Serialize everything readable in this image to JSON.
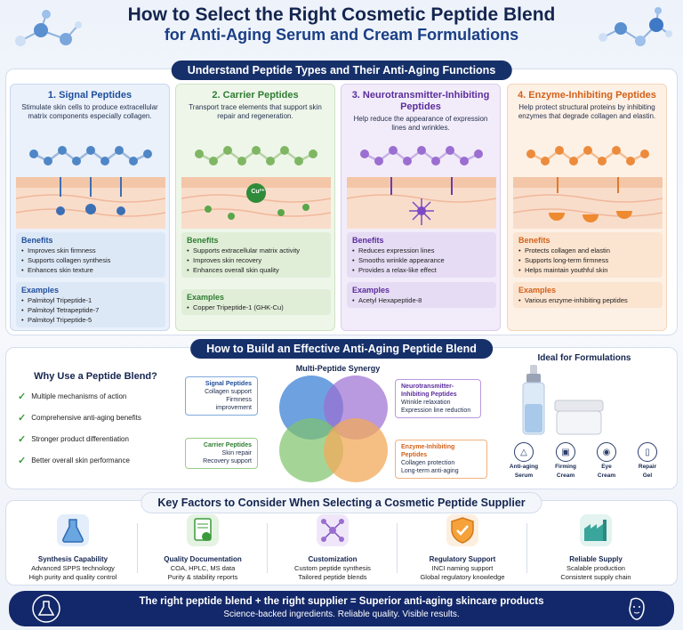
{
  "header": {
    "title": "How to Select the Right Cosmetic Peptide Blend",
    "subtitle": "for Anti-Aging Serum and Cream Formulations"
  },
  "section1": {
    "ribbon": "Understand Peptide Types and Their Anti-Aging Functions",
    "columns": [
      {
        "title": "1. Signal Peptides",
        "desc": "Stimulate skin cells to produce extracellular matrix components especially collagen.",
        "benefits_label": "Benefits",
        "benefits": [
          "Improves skin firmness",
          "Supports collagen synthesis",
          "Enhances skin texture"
        ],
        "examples_label": "Examples",
        "examples": [
          "Palmitoyl Tripeptide-1",
          "Palmitoyl Tetrapeptide-7",
          "Palmitoyl Tripeptide-5"
        ],
        "color": "#1f4e9a",
        "bg": "#eaf1fb",
        "box": "#dde8f7",
        "bead": "#4f86c6"
      },
      {
        "title": "2. Carrier Peptides",
        "desc": "Transport trace elements that support skin repair and regeneration.",
        "badge": "Cu²⁺",
        "benefits_label": "Benefits",
        "benefits": [
          "Supports extracellular matrix activity",
          "Improves skin recovery",
          "Enhances overall skin quality"
        ],
        "examples_label": "Examples",
        "examples": [
          "Copper Tripeptide-1 (GHK-Cu)"
        ],
        "color": "#2f7d32",
        "bg": "#eef6ea",
        "box": "#e0eed8",
        "bead": "#7fb663"
      },
      {
        "title": "3. Neurotransmitter-Inhibiting Peptides",
        "desc": "Help reduce the appearance of expression lines and wrinkles.",
        "benefits_label": "Benefits",
        "benefits": [
          "Reduces expression lines",
          "Smooths wrinkle appearance",
          "Provides a relax-like effect"
        ],
        "examples_label": "Examples",
        "examples": [
          "Acetyl Hexapeptide-8"
        ],
        "color": "#5b2d9c",
        "bg": "#f2ecfa",
        "box": "#e6dcf4",
        "bead": "#9b6ed1"
      },
      {
        "title": "4. Enzyme-Inhibiting Peptides",
        "desc": "Help protect structural proteins by inhibiting enzymes that degrade collagen and elastin.",
        "benefits_label": "Benefits",
        "benefits": [
          "Protects collagen and elastin",
          "Supports long-term firmness",
          "Helps maintain youthful skin"
        ],
        "examples_label": "Examples",
        "examples": [
          "Various enzyme-inhibiting peptides"
        ],
        "color": "#d2611a",
        "bg": "#fdf1e6",
        "box": "#fbe4d0",
        "bead": "#ec8b3c"
      }
    ]
  },
  "section2": {
    "ribbon": "How to Build an Effective Anti-Aging Peptide Blend",
    "why_title": "Why Use a Peptide Blend?",
    "why_items": [
      "Multiple mechanisms of action",
      "Comprehensive anti-aging benefits",
      "Stronger product differentiation",
      "Better overall skin performance"
    ],
    "synergy_title": "Multi-Peptide Synergy",
    "synergy": {
      "signal": {
        "title": "Signal Peptides",
        "l1": "Collagen support",
        "l2": "Firmness improvement"
      },
      "neuro": {
        "title": "Neurotransmitter-Inhibiting Peptides",
        "l1": "Wrinkle relaxation",
        "l2": "Expression line reduction"
      },
      "carrier": {
        "title": "Carrier Peptides",
        "l1": "Skin repair",
        "l2": "Recovery support"
      },
      "enzyme": {
        "title": "Enzyme-Inhibiting Peptides",
        "l1": "Collagen protection",
        "l2": "Long-term anti-aging"
      }
    },
    "ideal_title": "Ideal for Formulations",
    "formulations": [
      {
        "label1": "Anti-aging",
        "label2": "Serum",
        "icon": "serum-bottle-icon"
      },
      {
        "label1": "Firming",
        "label2": "Cream",
        "icon": "cream-jar-icon"
      },
      {
        "label1": "Eye",
        "label2": "Cream",
        "icon": "eye-icon"
      },
      {
        "label1": "Repair",
        "label2": "Gel",
        "icon": "gel-tube-icon"
      }
    ]
  },
  "section3": {
    "ribbon": "Key Factors to Consider When Selecting a Cosmetic Peptide Supplier",
    "factors": [
      {
        "title": "Synthesis Capability",
        "l1": "Advanced SPPS technology",
        "l2": "High purity and quality control",
        "icon": "flask-icon"
      },
      {
        "title": "Quality Documentation",
        "l1": "COA, HPLC, MS data",
        "l2": "Purity & stability reports",
        "icon": "certificate-icon"
      },
      {
        "title": "Customization",
        "l1": "Custom peptide synthesis",
        "l2": "Tailored peptide blends",
        "icon": "molecule-network-icon"
      },
      {
        "title": "Regulatory Support",
        "l1": "INCI naming support",
        "l2": "Global regulatory knowledge",
        "icon": "shield-check-icon"
      },
      {
        "title": "Reliable Supply",
        "l1": "Scalable production",
        "l2": "Consistent supply chain",
        "icon": "factory-icon"
      }
    ]
  },
  "footer": {
    "line1": "The right peptide blend + the right supplier = Superior anti-aging skincare products",
    "line2": "Science-backed ingredients. Reliable quality. Visible results."
  }
}
